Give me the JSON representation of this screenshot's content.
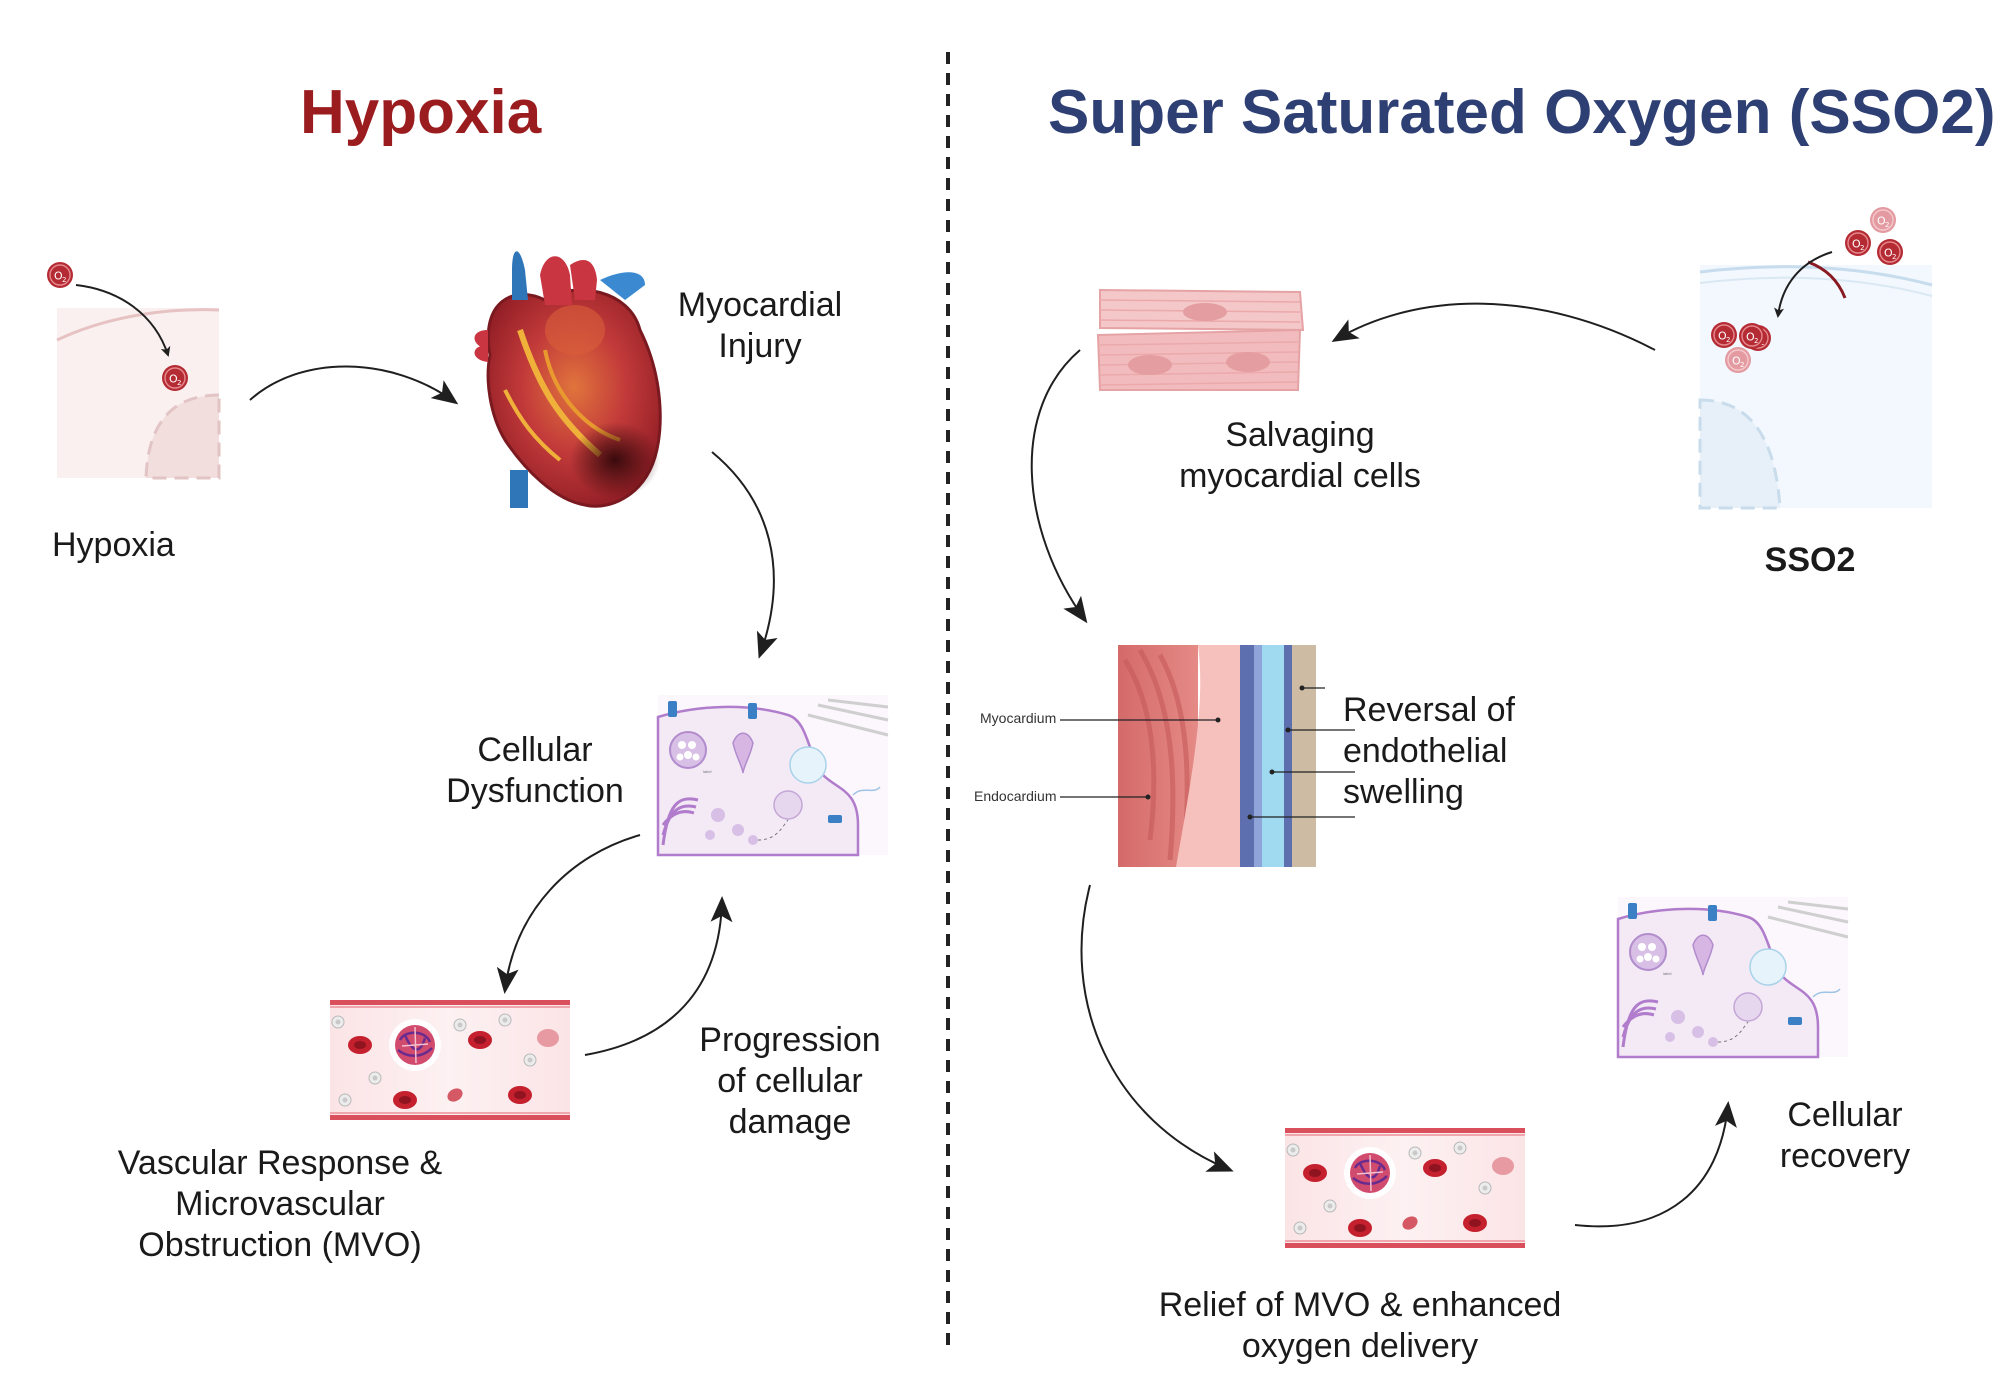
{
  "colors": {
    "hypoxia_title": "#9b1c1f",
    "sso2_title": "#2e3f73",
    "arrow": "#1f1f1f",
    "divider": "#222222"
  },
  "left": {
    "title": "Hypoxia",
    "hypoxia_label": "Hypoxia",
    "myocardial_injury": [
      "Myocardial",
      "Injury"
    ],
    "cellular_dysfunction": [
      "Cellular",
      "Dysfunction"
    ],
    "vascular_response": [
      "Vascular Response &",
      "Microvascular",
      "Obstruction (MVO)"
    ],
    "progression": [
      "Progression",
      "of cellular",
      "damage"
    ]
  },
  "right": {
    "title": "Super Saturated Oxygen (SSO2)",
    "sso2_label": "SSO2",
    "salvaging": [
      "Salvaging",
      "myocardial cells"
    ],
    "reversal": [
      "Reversal of",
      "endothelial",
      "swelling"
    ],
    "myocardium_label": "Myocardium",
    "endocardium_label": "Endocardium",
    "relief": [
      "Relief of MVO & enhanced",
      "oxygen delivery"
    ],
    "cellular_recovery": [
      "Cellular",
      "recovery"
    ]
  },
  "icons": {
    "o2_bubble": "o2-molecule-icon",
    "heart": "heart-icon",
    "cell": "cell-icon",
    "vessel": "blood-vessel-icon",
    "muscle_cell": "muscle-cell-icon",
    "tissue_layers": "tissue-layers-icon"
  },
  "o2_text": "O2"
}
